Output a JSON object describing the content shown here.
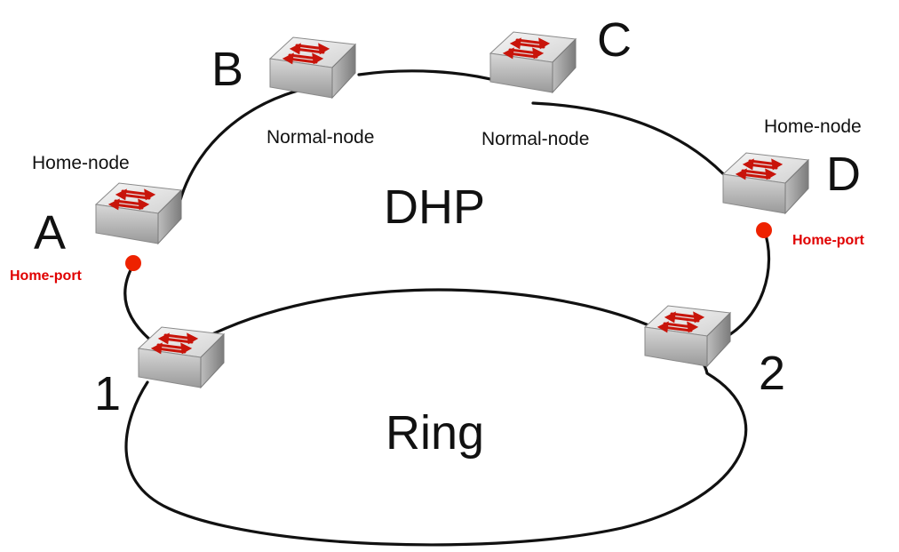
{
  "colors": {
    "port": "#ee2200",
    "port_label": "#e00000",
    "switch_arrow": "#c8140a",
    "line": "#111111"
  },
  "diagram": {
    "segment_title": "DHP",
    "ring_title": "Ring",
    "nodes": {
      "A": {
        "letter": "A",
        "role": "Home-node",
        "port_label": "Home-port"
      },
      "B": {
        "letter": "B",
        "role": "Normal-node"
      },
      "C": {
        "letter": "C",
        "role": "Normal-node"
      },
      "D": {
        "letter": "D",
        "role": "Home-node",
        "port_label": "Home-port"
      },
      "ring1": {
        "letter": "1"
      },
      "ring2": {
        "letter": "2"
      }
    },
    "icons": {
      "switch": "network-switch-icon",
      "port": "home-port-dot"
    }
  }
}
